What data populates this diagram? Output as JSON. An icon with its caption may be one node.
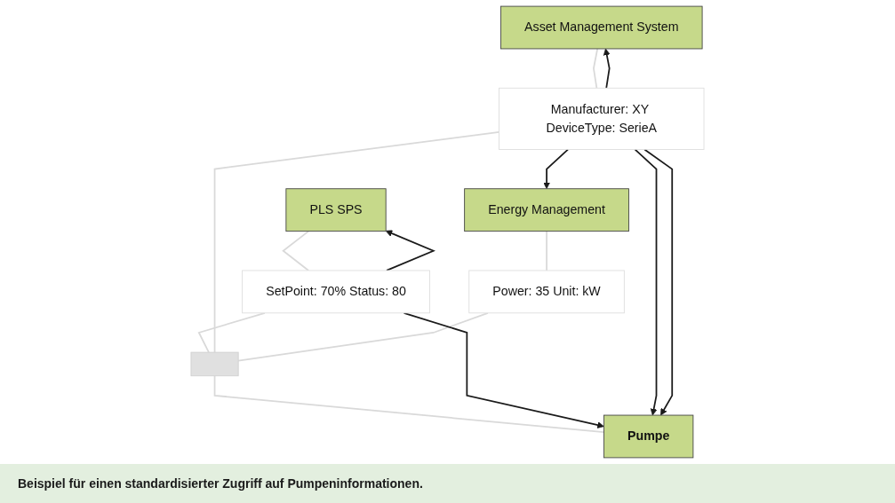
{
  "diagram": {
    "caption": "Beispiel für einen standardisierter Zugriff auf Pumpeninformationen.",
    "nodes": [
      {
        "text": [
          "PLS SPS"
        ]
      },
      {
        "text": [
          "Asset Management System"
        ]
      },
      {
        "text": [
          "Energy Management"
        ]
      },
      {
        "text": [
          "SetPoint: 70% Status: 80"
        ]
      },
      {
        "text": [
          "Manufacturer: XY DeviceType: SerieA"
        ]
      },
      {
        "text": [
          "Power: 35 Unit: kW"
        ]
      },
      {
        "text": [
          "Pumpe"
        ]
      },
      {
        "text": [],
        "shape": "bar"
      }
    ],
    "edges": [
      {
        "from": 0,
        "to": 3,
        "arrow": "none"
      },
      {
        "from": 1,
        "to": 4,
        "arrow": "none"
      },
      {
        "from": 2,
        "to": 5,
        "arrow": "none"
      },
      {
        "from": 3,
        "to": 7,
        "arrow": "none"
      },
      {
        "from": 4,
        "to": 7,
        "arrow": "none"
      },
      {
        "from": 5,
        "to": 7,
        "arrow": "none"
      },
      {
        "from": 7,
        "to": 6,
        "arrow": "none"
      },
      {
        "from": 3,
        "to": 0,
        "arrow": "to",
        "color": "#1a1a1a"
      },
      {
        "from": 3,
        "to": 6,
        "arrow": "to",
        "color": "#1a1a1a"
      },
      {
        "from": 4,
        "to": 1,
        "arrow": "to",
        "color": "#1a1a1a"
      },
      {
        "from": 4,
        "to": 6,
        "arrow": "to",
        "color": "#1a1a1a"
      },
      {
        "from": 4,
        "to": 2,
        "arrow": "to",
        "color": "#1a1a1a"
      },
      {
        "from": 4,
        "to": 6,
        "arrow": "to",
        "color": "#1a1a1a"
      }
    ]
  }
}
